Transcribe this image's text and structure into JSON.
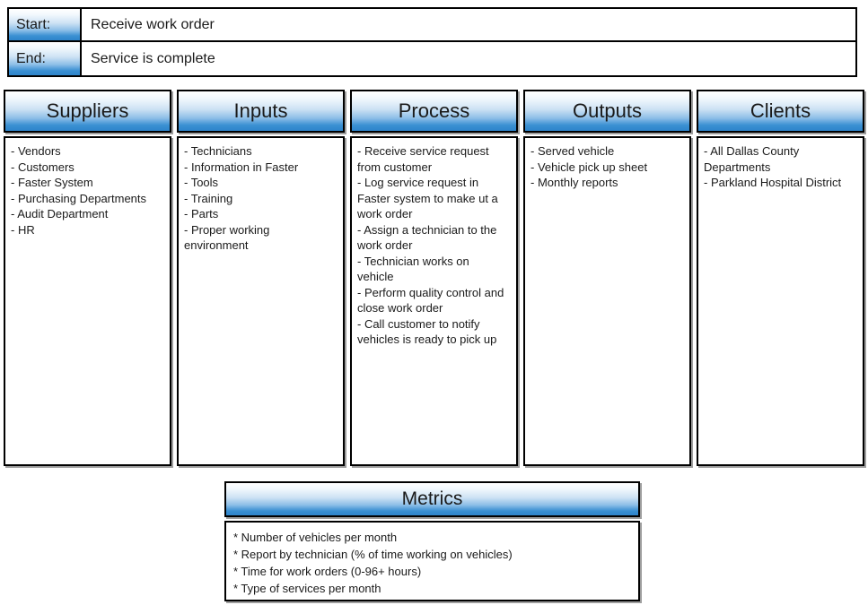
{
  "start_end": {
    "rows": [
      {
        "label": "Start:",
        "value": "Receive work order"
      },
      {
        "label": "End:",
        "value": "Service is complete"
      }
    ]
  },
  "columns": [
    {
      "title": "Suppliers",
      "items": [
        "- Vendors",
        "- Customers",
        "- Faster System",
        "- Purchasing Departments",
        "- Audit Department",
        "- HR"
      ]
    },
    {
      "title": "Inputs",
      "items": [
        "- Technicians",
        "- Information in Faster",
        "- Tools",
        "- Training",
        "- Parts",
        "- Proper working environment"
      ]
    },
    {
      "title": "Process",
      "items": [
        "- Receive service request from customer",
        "- Log service request in Faster system to make ut a work order",
        "- Assign a technician to the work order",
        "- Technician works on vehicle",
        "- Perform quality control and close work order",
        "- Call customer to notify vehicles is ready to pick up"
      ]
    },
    {
      "title": "Outputs",
      "items": [
        "- Served vehicle",
        "- Vehicle pick up sheet",
        "- Monthly reports"
      ]
    },
    {
      "title": "Clients",
      "items": [
        "- All Dallas County Departments",
        "- Parkland Hospital District"
      ]
    }
  ],
  "metrics": {
    "title": "Metrics",
    "items": [
      "* Number of vehicles per month",
      "* Report by technician (% of time working on vehicles)",
      "* Time for work orders (0-96+ hours)",
      "* Type of services per month"
    ]
  },
  "colors": {
    "border": "#000000",
    "accent_blue": "#2e84cb",
    "shadow": "#9e9e9e",
    "text": "#1a1a1a"
  }
}
